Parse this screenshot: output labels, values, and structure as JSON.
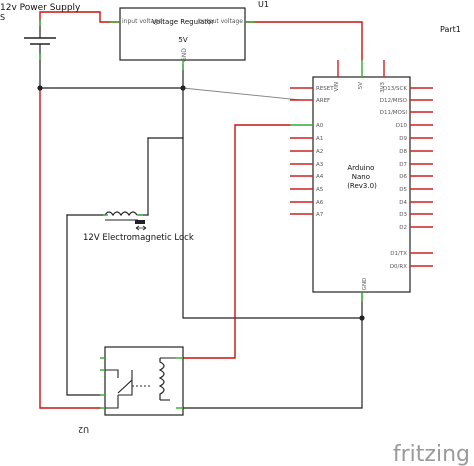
{
  "power_supply": {
    "title": "12v Power Supply",
    "ref": "S"
  },
  "regulator": {
    "name": "Voltage Regulator",
    "voltage": "5V",
    "pin_in": "input voltage",
    "pin_out": "output voltage",
    "pin_gnd": "GND",
    "ref": "U1"
  },
  "arduino": {
    "ref": "Part1",
    "name": "Arduino Nano (Rev3.0)",
    "top_pins": [
      "VIN",
      "5V",
      "3V3"
    ],
    "left_pins": [
      "RESET",
      "AREF",
      "A0",
      "A1",
      "A2",
      "A3",
      "A4",
      "A5",
      "A6",
      "A7"
    ],
    "right_pins": [
      "D13/SCK",
      "D12/MISO",
      "D11/MOSI",
      "D10",
      "D9",
      "D8",
      "D7",
      "D6",
      "D5",
      "D4",
      "D3",
      "D2",
      "D1/TX",
      "D0/RX"
    ],
    "bottom_pin": "GND"
  },
  "lock": {
    "label": "12V Electromagnetic Lock"
  },
  "relay": {
    "ref": "U2"
  },
  "brand": {
    "name": "fritzing"
  },
  "colors": {
    "wire_red": "#cc1111",
    "wire_black": "#222222",
    "wire_grey": "#8a8a8a",
    "pin_green": "#33aa33",
    "pin_red": "#cc2222",
    "logo_grey": "#9a9a9a"
  }
}
